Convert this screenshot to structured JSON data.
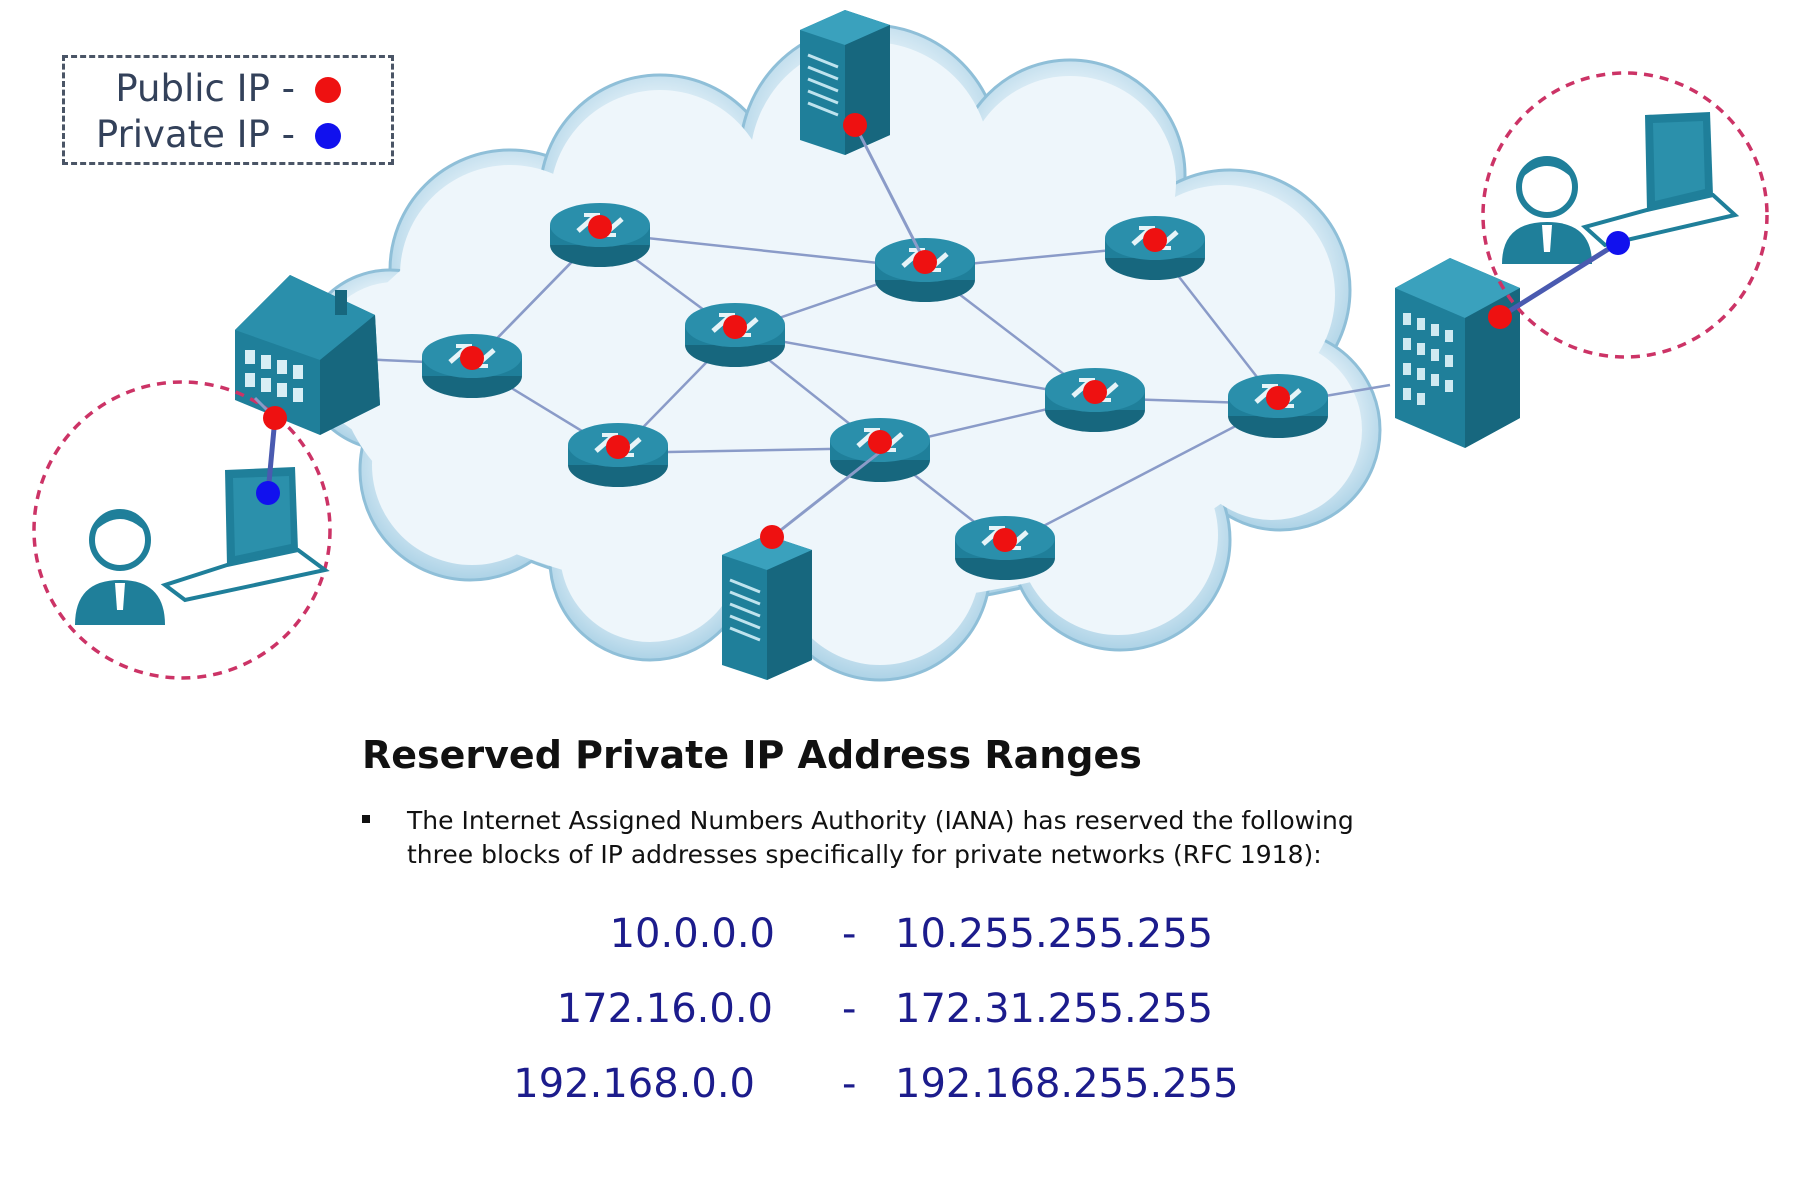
{
  "legend": {
    "public_label": "Public IP -",
    "private_label": "Private IP -",
    "public_color": "#ee1111",
    "private_color": "#1111ee"
  },
  "diagram": {
    "icons": [
      "cloud-icon",
      "router-icon",
      "server-icon",
      "house-icon",
      "office-building-icon",
      "laptop-icon",
      "user-icon"
    ],
    "accent_color": "#1f7f9a",
    "cloud_color": "#cfe6f2",
    "circle_color": "#cc3366"
  },
  "section": {
    "title": "Reserved Private IP Address Ranges",
    "paragraph_line1": "The Internet Assigned Numbers Authority (IANA) has reserved the following",
    "paragraph_line2": "three blocks of IP addresses specifically for private networks (RFC 1918):"
  },
  "ranges": [
    {
      "start": "10.0.0.0",
      "sep": "-",
      "end": "10.255.255.255"
    },
    {
      "start": "172.16.0.0",
      "sep": "-",
      "end": "172.31.255.255"
    },
    {
      "start": "192.168.0.0",
      "sep": "-",
      "end": "192.168.255.255"
    }
  ]
}
